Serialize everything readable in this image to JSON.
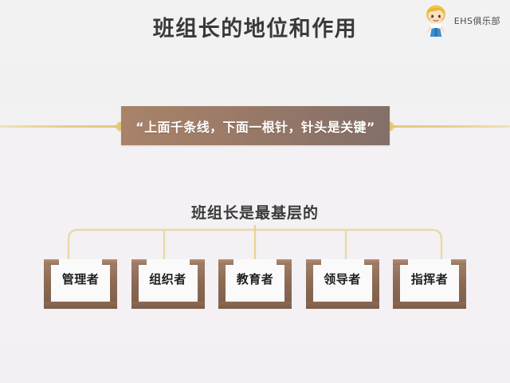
{
  "header": {
    "title": "班组长的地位和作用",
    "brand_name": "EHS俱乐部",
    "brand_avatar_icon": "cartoon-person-avatar-icon"
  },
  "banner": {
    "text": "“上面千条线，下面一根针，针头是关键”",
    "fill_left": "#a9836a",
    "fill_right": "#837069",
    "rule_color": "#e6cf8f",
    "dot_color": "#e9c873"
  },
  "body": {
    "subtitle": "班组长是最基层的",
    "bracket_color": "#e8d9a8",
    "roles": [
      {
        "label": "管理者"
      },
      {
        "label": "组织者"
      },
      {
        "label": "教育者"
      },
      {
        "label": "领导者"
      },
      {
        "label": "指挥者"
      }
    ]
  },
  "colors": {
    "background": "#f3f0f3",
    "header_background": "#f2f2f2",
    "box_border": "#8c6a54",
    "box_face": "#fbfafb",
    "title_text": "#3a3a3a"
  }
}
